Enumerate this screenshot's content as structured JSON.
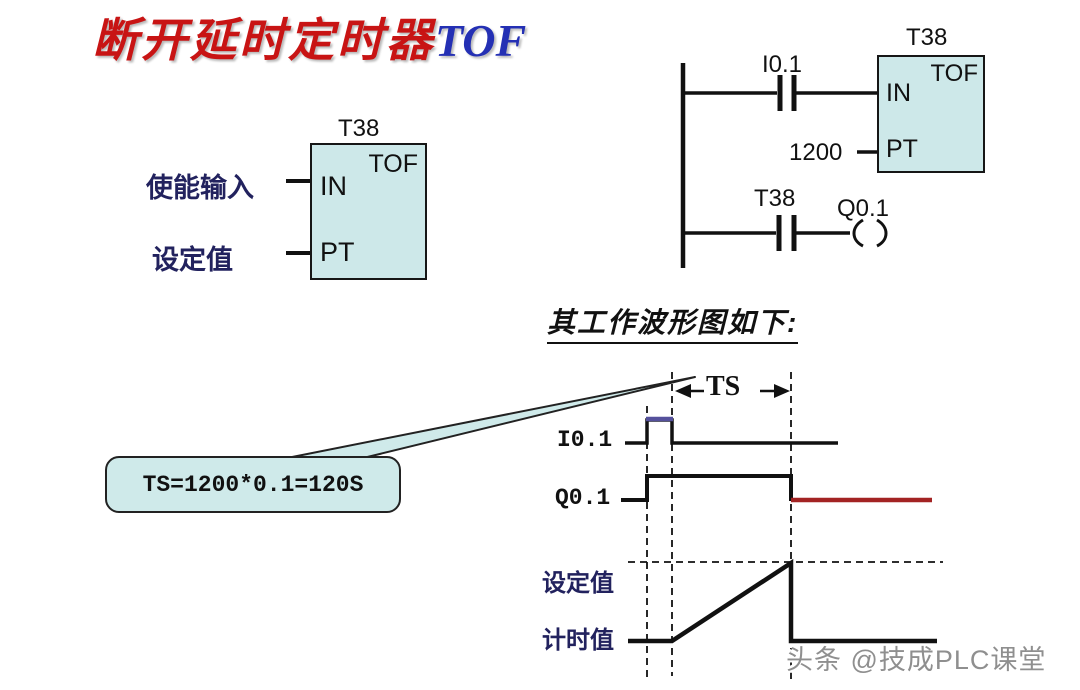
{
  "title": {
    "text_cn": "断开延时定时器",
    "text_en": "TOF",
    "color_cn": "#c81414",
    "color_en": "#2430b4"
  },
  "function_block": {
    "timer_number": "T38",
    "block_type": "TOF",
    "input_label": "IN",
    "preset_label": "PT",
    "enable_text": "使能输入",
    "preset_text": "设定值"
  },
  "ladder": {
    "contact1_label": "I0.1",
    "block_timer_number": "T38",
    "block_type": "TOF",
    "block_input_label": "IN",
    "block_preset_label": "PT",
    "preset_value": "1200",
    "contact2_label": "T38",
    "coil_label": "Q0.1"
  },
  "waveform": {
    "heading": "其工作波形图如下:",
    "ts_label": "TS",
    "callout_text": "TS=1200*0.1=120S",
    "input_trace_label": "I0.1",
    "output_trace_label": "Q0.1",
    "set_value_label": "设定值",
    "count_value_label": "计时值",
    "timing_summary": [
      {
        "trace": "I0.1",
        "behavior": "short high pulse; timer input turns on then off"
      },
      {
        "trace": "Q0.1",
        "behavior": "turns on with I0.1, stays on for TS after I0.1 drops, then off (shown red)"
      },
      {
        "trace": "计时值",
        "behavior": "ramps from 0 when I0.1 drops, reaches 设定值 after TS, then resets"
      }
    ]
  },
  "watermark": {
    "text": "头条 @技成PLC课堂"
  },
  "colors": {
    "block_fill": "#cde8e9",
    "line": "#111111",
    "label_navy": "#22225e",
    "output_off_trace": "#a32323",
    "pulse_highlight": "#55519c"
  }
}
